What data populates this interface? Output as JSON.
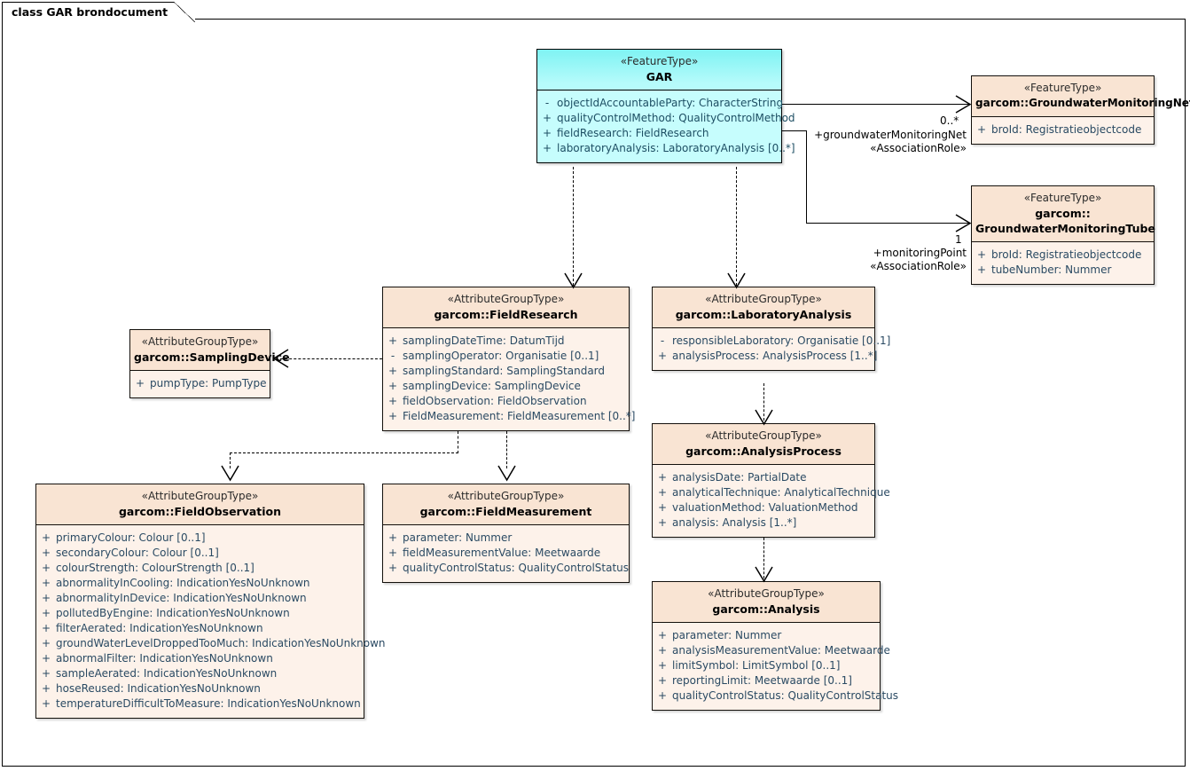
{
  "diagram": {
    "title": "class GAR brondocument"
  },
  "classes": {
    "gar": {
      "stereotype": "«FeatureType»",
      "name": "GAR",
      "attributes": [
        {
          "visibility": "-",
          "text": "objectIdAccountableParty: CharacterString"
        },
        {
          "visibility": "+",
          "text": "qualityControlMethod: QualityControlMethod"
        },
        {
          "visibility": "+",
          "text": "fieldResearch: FieldResearch"
        },
        {
          "visibility": "+",
          "text": "laboratoryAnalysis: LaboratoryAnalysis [0..*]"
        }
      ]
    },
    "groundwater_monitoring_net": {
      "stereotype": "«FeatureType»",
      "name": "garcom::GroundwaterMonitoringNet",
      "attributes": [
        {
          "visibility": "+",
          "text": "broId: Registratieobjectcode"
        }
      ]
    },
    "groundwater_monitoring_tube": {
      "stereotype": "«FeatureType»",
      "name": "garcom::",
      "name_line2": "GroundwaterMonitoringTube",
      "attributes": [
        {
          "visibility": "+",
          "text": "broId: Registratieobjectcode"
        },
        {
          "visibility": "+",
          "text": "tubeNumber: Nummer"
        }
      ]
    },
    "field_research": {
      "stereotype": "«AttributeGroupType»",
      "name": "garcom::FieldResearch",
      "attributes": [
        {
          "visibility": "+",
          "text": "samplingDateTime: DatumTijd"
        },
        {
          "visibility": "-",
          "text": "samplingOperator: Organisatie [0..1]"
        },
        {
          "visibility": "+",
          "text": "samplingStandard: SamplingStandard"
        },
        {
          "visibility": "+",
          "text": "samplingDevice: SamplingDevice"
        },
        {
          "visibility": "+",
          "text": "fieldObservation: FieldObservation"
        },
        {
          "visibility": "+",
          "text": "FieldMeasurement: FieldMeasurement [0..*]"
        }
      ]
    },
    "sampling_device": {
      "stereotype": "«AttributeGroupType»",
      "name": "garcom::SamplingDevice",
      "attributes": [
        {
          "visibility": "+",
          "text": "pumpType: PumpType"
        }
      ]
    },
    "laboratory_analysis": {
      "stereotype": "«AttributeGroupType»",
      "name": "garcom::LaboratoryAnalysis",
      "attributes": [
        {
          "visibility": "-",
          "text": "responsibleLaboratory: Organisatie [0..1]"
        },
        {
          "visibility": "+",
          "text": "analysisProcess: AnalysisProcess [1..*]"
        }
      ]
    },
    "analysis_process": {
      "stereotype": "«AttributeGroupType»",
      "name": "garcom::AnalysisProcess",
      "attributes": [
        {
          "visibility": "+",
          "text": "analysisDate: PartialDate"
        },
        {
          "visibility": "+",
          "text": "analyticalTechnique: AnalyticalTechnique"
        },
        {
          "visibility": "+",
          "text": "valuationMethod: ValuationMethod"
        },
        {
          "visibility": "+",
          "text": "analysis: Analysis [1..*]"
        }
      ]
    },
    "analysis": {
      "stereotype": "«AttributeGroupType»",
      "name": "garcom::Analysis",
      "attributes": [
        {
          "visibility": "+",
          "text": "parameter: Nummer"
        },
        {
          "visibility": "+",
          "text": "analysisMeasurementValue: Meetwaarde"
        },
        {
          "visibility": "+",
          "text": "limitSymbol: LimitSymbol [0..1]"
        },
        {
          "visibility": "+",
          "text": "reportingLimit: Meetwaarde [0..1]"
        },
        {
          "visibility": "+",
          "text": "qualityControlStatus: QualityControlStatus"
        }
      ]
    },
    "field_observation": {
      "stereotype": "«AttributeGroupType»",
      "name": "garcom::FieldObservation",
      "attributes": [
        {
          "visibility": "+",
          "text": "primaryColour: Colour [0..1]"
        },
        {
          "visibility": "+",
          "text": "secondaryColour: Colour [0..1]"
        },
        {
          "visibility": "+",
          "text": "colourStrength: ColourStrength [0..1]"
        },
        {
          "visibility": "+",
          "text": "abnormalityInCooling: IndicationYesNoUnknown"
        },
        {
          "visibility": "+",
          "text": "abnormalityInDevice: IndicationYesNoUnknown"
        },
        {
          "visibility": "+",
          "text": "pollutedByEngine: IndicationYesNoUnknown"
        },
        {
          "visibility": "+",
          "text": "filterAerated: IndicationYesNoUnknown"
        },
        {
          "visibility": "+",
          "text": "groundWaterLevelDroppedTooMuch: IndicationYesNoUnknown"
        },
        {
          "visibility": "+",
          "text": "abnormalFilter: IndicationYesNoUnknown"
        },
        {
          "visibility": "+",
          "text": "sampleAerated: IndicationYesNoUnknown"
        },
        {
          "visibility": "+",
          "text": "hoseReused: IndicationYesNoUnknown"
        },
        {
          "visibility": "+",
          "text": "temperatureDifficultToMeasure: IndicationYesNoUnknown"
        }
      ]
    },
    "field_measurement": {
      "stereotype": "«AttributeGroupType»",
      "name": "garcom::FieldMeasurement",
      "attributes": [
        {
          "visibility": "+",
          "text": "parameter: Nummer"
        },
        {
          "visibility": "+",
          "text": "fieldMeasurementValue: Meetwaarde"
        },
        {
          "visibility": "+",
          "text": "qualityControlStatus: QualityControlStatus"
        }
      ]
    }
  },
  "associations": {
    "monitoring_net": {
      "role": "+groundwaterMonitoringNet",
      "stereotype": "«AssociationRole»",
      "multiplicity": "0..*"
    },
    "monitoring_point": {
      "role": "+monitoringPoint",
      "stereotype": "«AssociationRole»",
      "multiplicity": "1"
    }
  },
  "colors": {
    "class_fill": "#fdf2ea",
    "class_header": "#f9e4d3",
    "featuretype_fill": "#b6fbfb",
    "attribute_text": "#2a4a63",
    "border": "#13100c"
  }
}
